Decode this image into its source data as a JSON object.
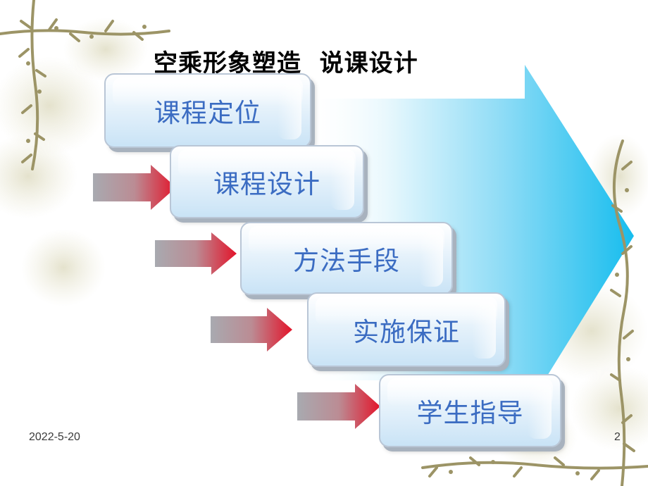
{
  "slide": {
    "title": "空乘形象塑造  说课设计",
    "steps": [
      {
        "label": "课程定位"
      },
      {
        "label": "课程设计"
      },
      {
        "label": "方法手段"
      },
      {
        "label": "实施保证"
      },
      {
        "label": "学生指导"
      }
    ],
    "footer": {
      "date": "2022-5-20",
      "page_number": "2"
    },
    "colors": {
      "box_text": "#3b6cc2",
      "big_arrow": "#29c3ef",
      "small_arrow_tip": "#e21a2a"
    }
  }
}
